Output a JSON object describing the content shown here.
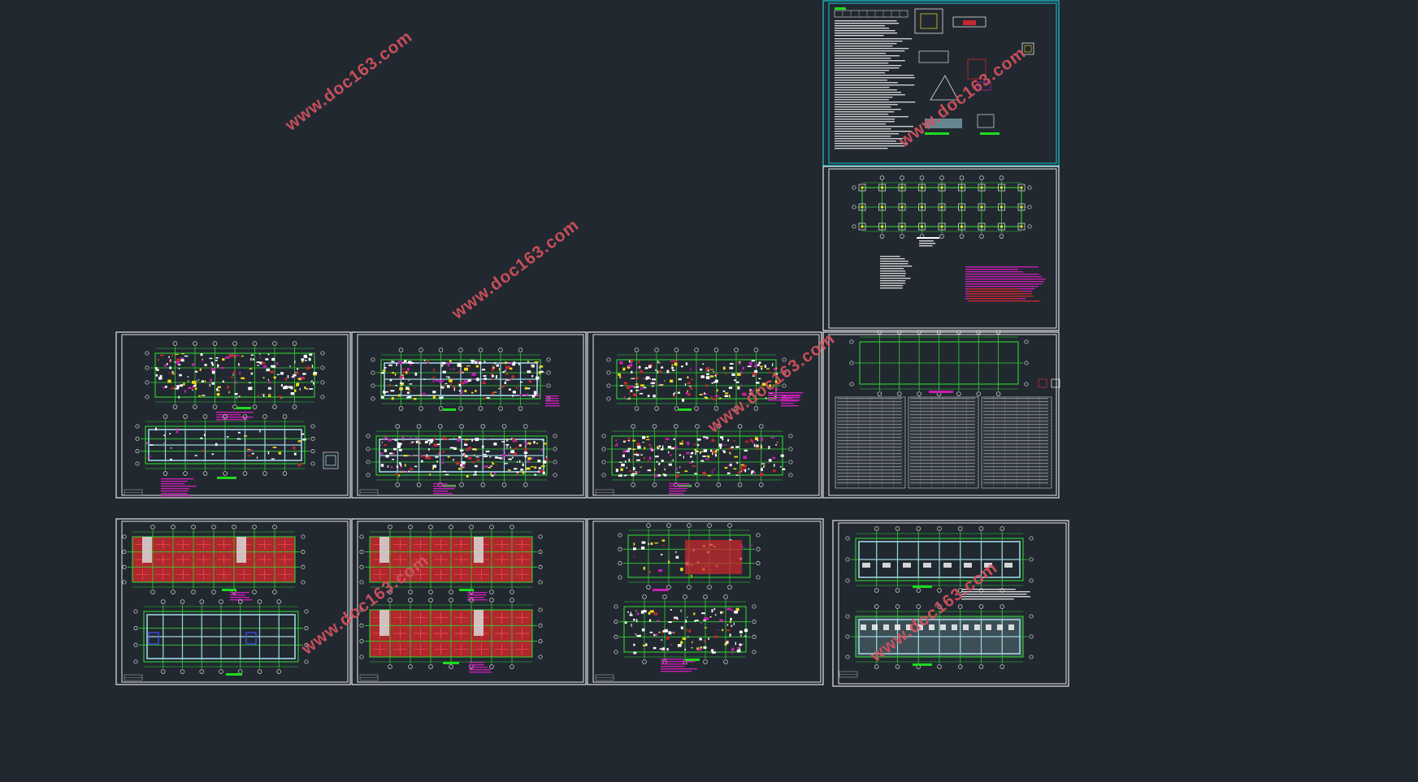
{
  "watermark": {
    "text": "www.doc163.com",
    "color": "#d4525e"
  },
  "colors": {
    "background": "#212830",
    "sheet_border": "#e6e6e6",
    "active_sheet_border": "#19c8d4",
    "grid_line": "#30d230",
    "beam_line": "#9fd4e0",
    "rebar_red": "#c8282d",
    "accent_magenta": "#c81eb4",
    "accent_yellow": "#f0dc1e",
    "label_green": "#1edc1e",
    "table_text": "#c8c8c8"
  },
  "sheets": [
    {
      "kind": "notes-details",
      "active": true
    },
    {
      "kind": "foundation-plan"
    },
    {
      "kind": "plan-pair"
    },
    {
      "kind": "plan-pair"
    },
    {
      "kind": "plan-pair"
    },
    {
      "kind": "plan-and-schedule"
    },
    {
      "kind": "slab-plan-pair"
    },
    {
      "kind": "slab-plan-pair"
    },
    {
      "kind": "slab-plan-pair"
    },
    {
      "kind": "roof-plan-pair"
    }
  ]
}
